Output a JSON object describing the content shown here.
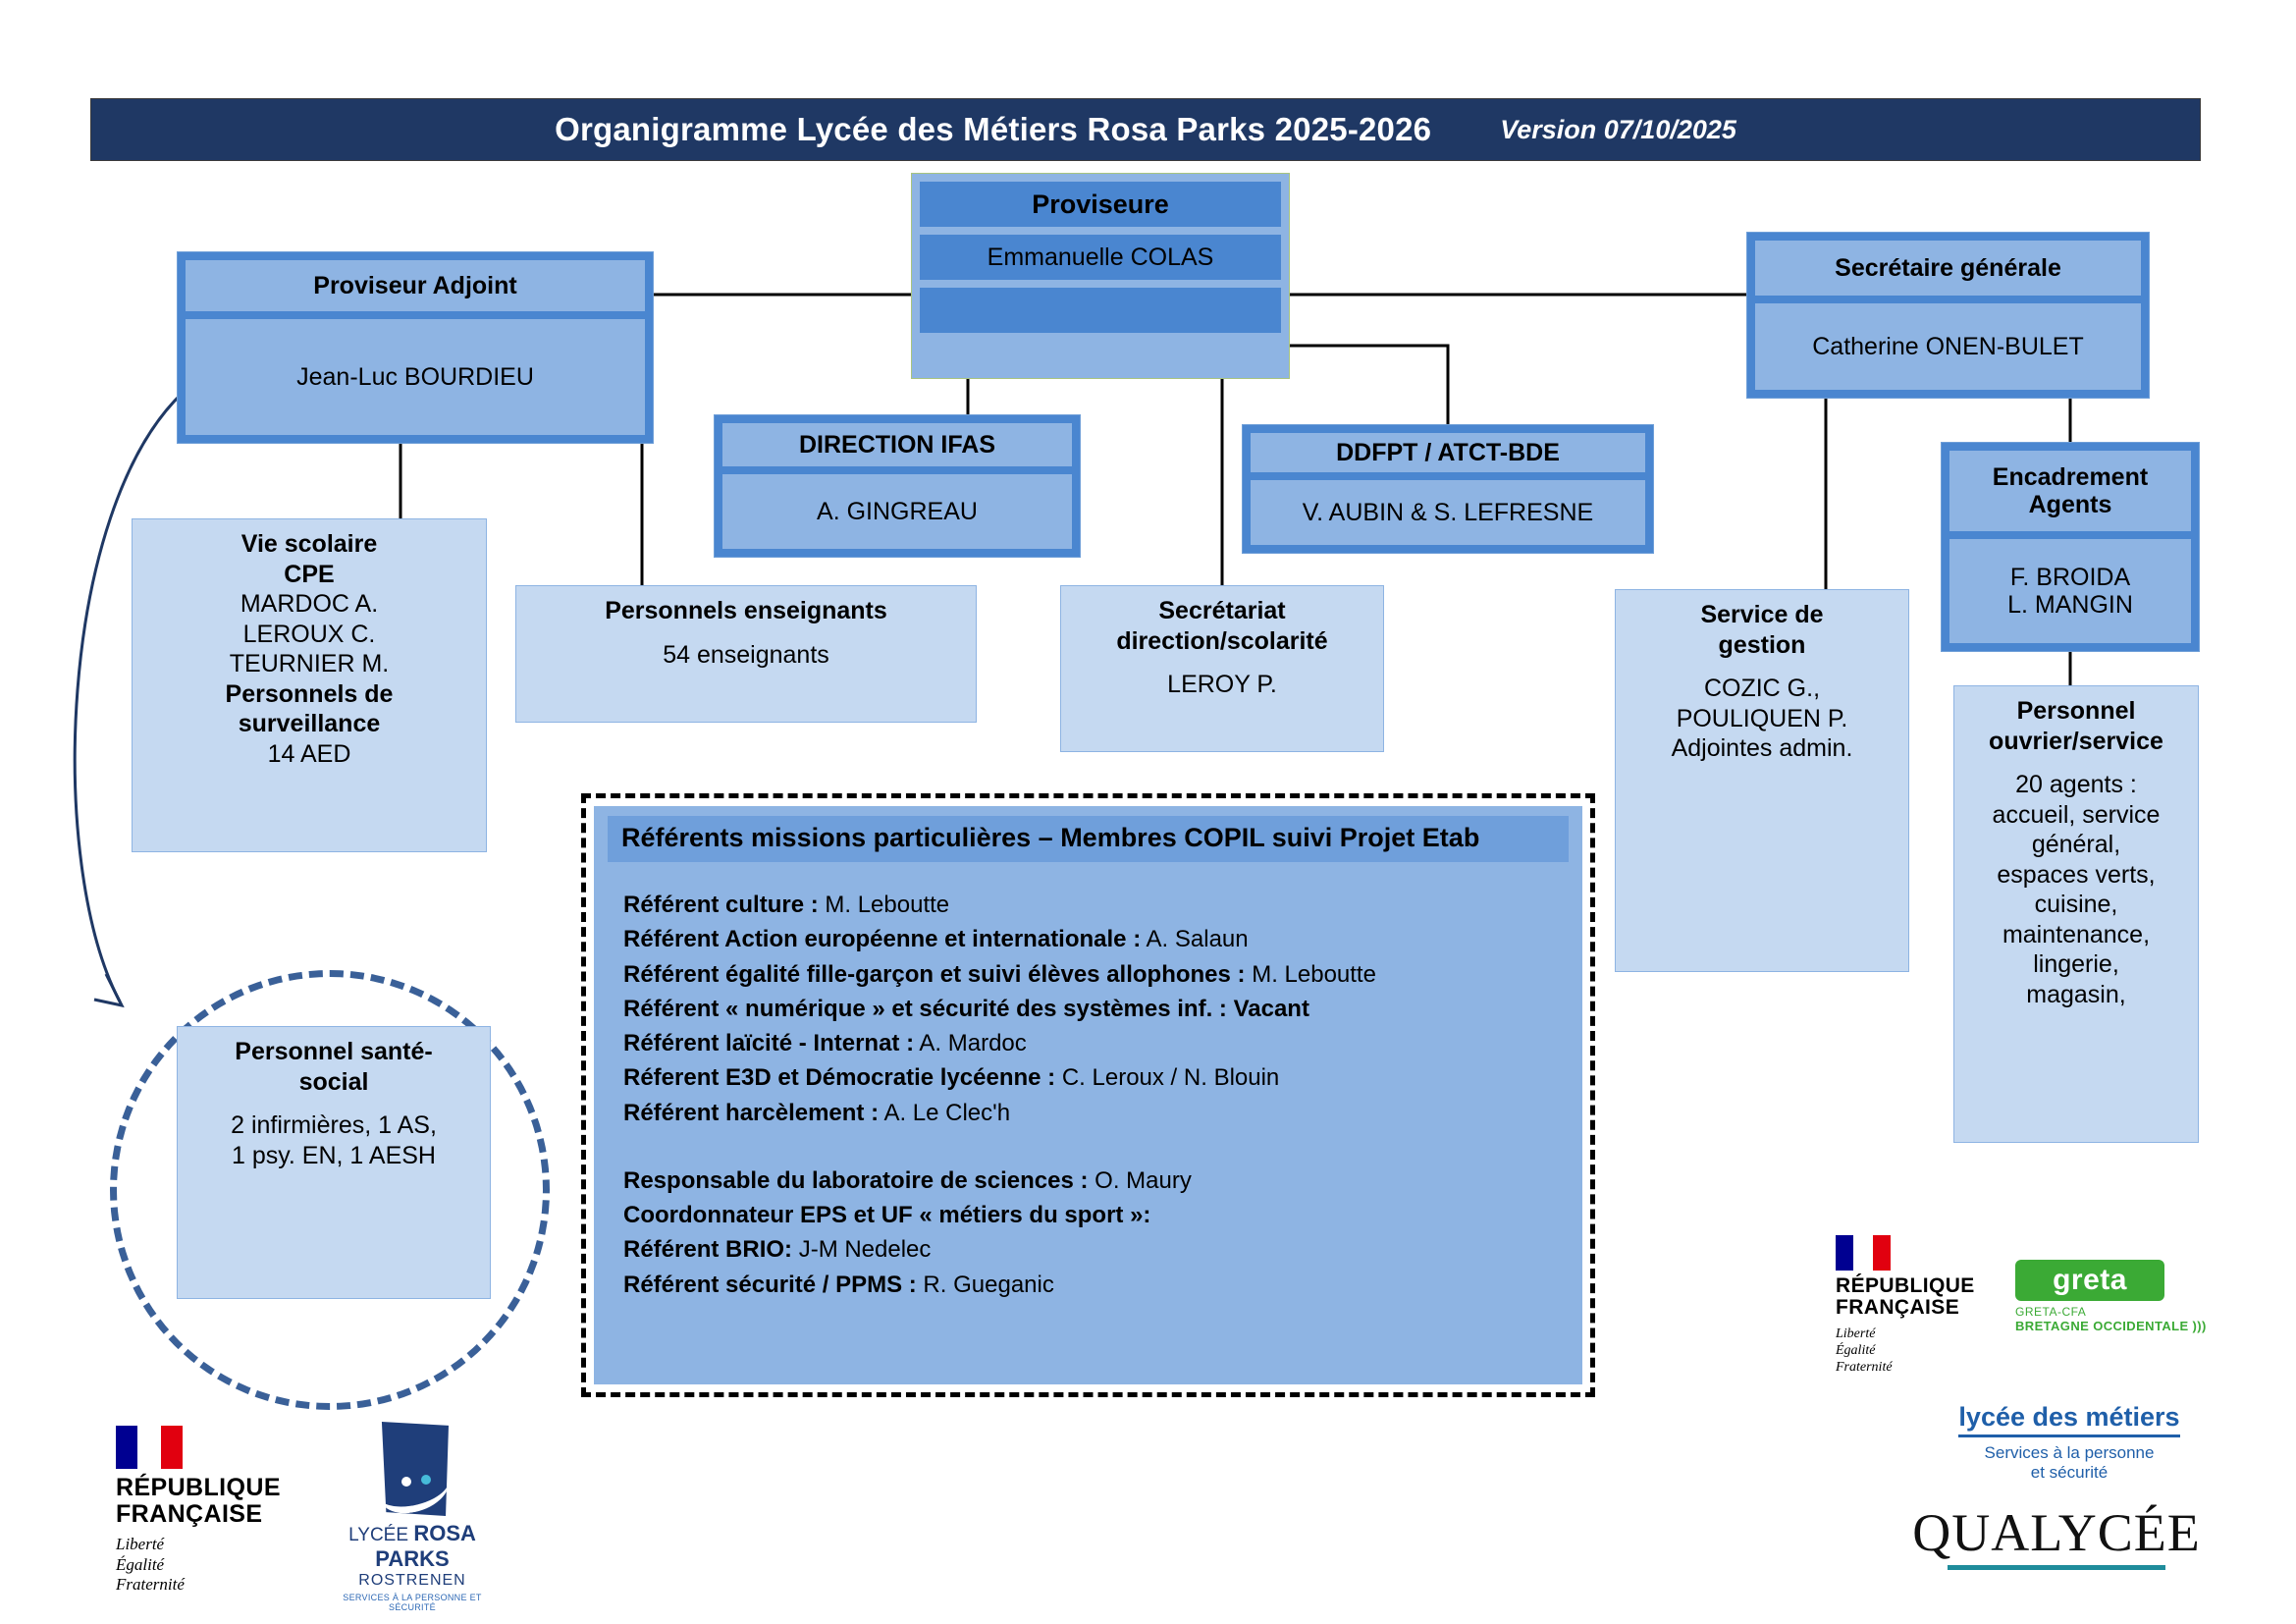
{
  "header": {
    "title": "Organigramme Lycée des Métiers Rosa Parks 2025-2026",
    "version": "Version 07/10/2025",
    "banner_color": "#1F3864"
  },
  "org": {
    "proviseure": {
      "role": "Proviseure",
      "person": "Emmanuelle COLAS",
      "blank": ""
    },
    "adjoint": {
      "role": "Proviseur Adjoint",
      "person": "Jean-Luc BOURDIEU"
    },
    "secretaire_generale": {
      "role": "Secrétaire générale",
      "person": "Catherine ONEN-BULET"
    },
    "ifas": {
      "role": "DIRECTION IFAS",
      "person": "A. GINGREAU"
    },
    "ddfpt": {
      "role": "DDFPT / ATCT-BDE",
      "person": "V. AUBIN & S. LEFRESNE"
    },
    "encadrement": {
      "role_l1": "Encadrement",
      "role_l2": "Agents",
      "person_l1": "F. BROIDA",
      "person_l2": "L. MANGIN"
    }
  },
  "units": {
    "vie_scolaire": {
      "lines": [
        {
          "text": "Vie scolaire",
          "bold": true
        },
        {
          "text": "CPE",
          "bold": true
        },
        {
          "text": "MARDOC A.",
          "bold": false
        },
        {
          "text": "LEROUX C.",
          "bold": false
        },
        {
          "text": "TEURNIER M.",
          "bold": false
        },
        {
          "text": "Personnels de",
          "bold": true
        },
        {
          "text": "surveillance",
          "bold": true
        },
        {
          "text": "14 AED",
          "bold": false
        }
      ]
    },
    "enseignants": {
      "lines": [
        {
          "text": "Personnels enseignants",
          "bold": true
        },
        {
          "text": "",
          "spacer": true
        },
        {
          "text": "54 enseignants",
          "bold": false
        }
      ]
    },
    "secretariat": {
      "lines": [
        {
          "text": "Secrétariat",
          "bold": true
        },
        {
          "text": "direction/scolarité",
          "bold": true
        },
        {
          "text": "",
          "spacer": true
        },
        {
          "text": "LEROY P.",
          "bold": false
        }
      ]
    },
    "service_gestion": {
      "lines": [
        {
          "text": "Service de",
          "bold": true
        },
        {
          "text": "gestion",
          "bold": true
        },
        {
          "text": "",
          "spacer": true
        },
        {
          "text": "COZIC G.,",
          "bold": false
        },
        {
          "text": "POULIQUEN P.",
          "bold": false
        },
        {
          "text": "Adjointes admin.",
          "bold": false
        }
      ]
    },
    "personnel_ouvrier": {
      "lines": [
        {
          "text": "Personnel",
          "bold": true
        },
        {
          "text": "ouvrier/service",
          "bold": true
        },
        {
          "text": "",
          "spacer": true
        },
        {
          "text": "20 agents :",
          "bold": false
        },
        {
          "text": "accueil, service",
          "bold": false
        },
        {
          "text": "général,",
          "bold": false
        },
        {
          "text": "espaces verts,",
          "bold": false
        },
        {
          "text": "cuisine,",
          "bold": false
        },
        {
          "text": "maintenance,",
          "bold": false
        },
        {
          "text": "lingerie,",
          "bold": false
        },
        {
          "text": "magasin,",
          "bold": false
        }
      ]
    },
    "personnel_sante_social": {
      "lines": [
        {
          "text": "Personnel santé-",
          "bold": true
        },
        {
          "text": "social",
          "bold": true
        },
        {
          "text": "",
          "spacer": true
        },
        {
          "text": "2 infirmières, 1 AS,",
          "bold": false
        },
        {
          "text": "1 psy. EN, 1 AESH",
          "bold": false
        }
      ]
    }
  },
  "referents": {
    "title": "Référents missions particulières – Membres COPIL suivi Projet Etab",
    "group1": [
      {
        "key": "Référent culture :",
        "value": "M. Leboutte"
      },
      {
        "key": "Référent Action européenne et internationale :",
        "value": "A. Salaun"
      },
      {
        "key": "Référent égalité fille-garçon et suivi élèves allophones :",
        "value": "M. Leboutte"
      },
      {
        "key": "Référent « numérique » et sécurité des systèmes inf. : Vacant",
        "value": ""
      },
      {
        "key": "Référent laïcité - Internat :",
        "value": "A. Mardoc"
      },
      {
        "key": "Réferent E3D et Démocratie lycéenne :",
        "value": "C. Leroux / N. Blouin"
      },
      {
        "key": "Référent harcèlement :",
        "value": "A. Le Clec'h"
      }
    ],
    "group2": [
      {
        "key": "Responsable du laboratoire de sciences :",
        "value": "O. Maury"
      },
      {
        "key": "Coordonnateur EPS et UF « métiers du sport »:",
        "value": ""
      },
      {
        "key": "Référent BRIO:",
        "value": "J-M Nedelec"
      },
      {
        "key": "Référent sécurité / PPMS :",
        "value": "R. Gueganic"
      }
    ]
  },
  "logos": {
    "republique_francaise": {
      "name_l1": "RÉPUBLIQUE",
      "name_l2": "FRANÇAISE",
      "motto_l1": "Liberté",
      "motto_l2": "Égalité",
      "motto_l3": "Fraternité"
    },
    "rosa_parks": {
      "line1_light": "LYCÉE ",
      "line1_bold": "ROSA PARKS",
      "line2": "ROSTRENEN",
      "line3": "SERVICES À LA PERSONNE ET SÉCURITÉ"
    },
    "greta": {
      "word": "greta",
      "sub1": "GRETA-CFA",
      "sub2": "BRETAGNE OCCIDENTALE )))",
      "color": "#3BAA35"
    },
    "lycee_des_metiers": {
      "main": "lycée des métiers",
      "sub_l1": "Services à la personne",
      "sub_l2": "et sécurité"
    },
    "qualycee": {
      "word": "QUALYCÉE"
    }
  }
}
